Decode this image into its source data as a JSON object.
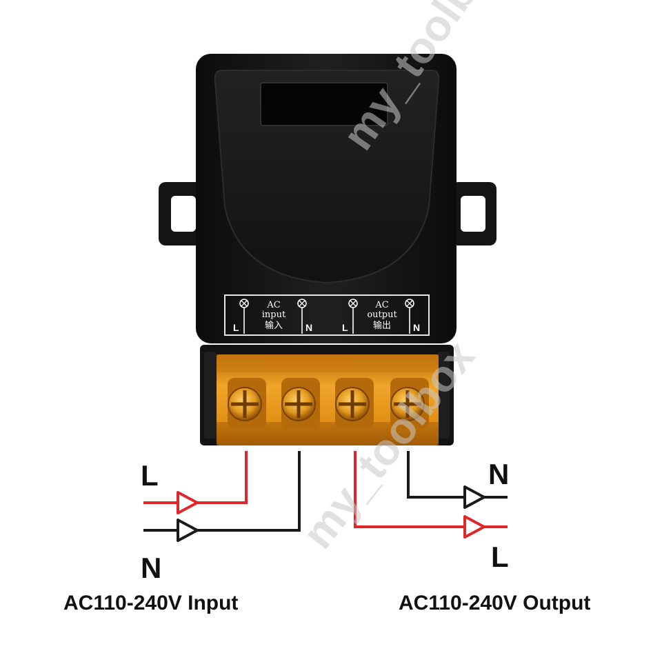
{
  "device": {
    "panel": {
      "input_group": {
        "line1": "AC",
        "line2": "input",
        "line3": "输入",
        "left_terminal": "L",
        "right_terminal": "N"
      },
      "output_group": {
        "line1": "AC",
        "line2": "output",
        "line3": "输出",
        "left_terminal": "L",
        "right_terminal": "N"
      }
    }
  },
  "wiring": {
    "input": {
      "top_label": "L",
      "bottom_label": "N",
      "caption": "AC110-240V Input"
    },
    "output": {
      "top_label": "N",
      "bottom_label": "L",
      "caption": "AC110-240V Output"
    }
  },
  "watermark": {
    "text": "my_toolbox"
  },
  "colors": {
    "live_wire": "#e0262b",
    "neutral_wire": "#1a1a1a",
    "housing": "#161616",
    "terminal_block": "#d98a12"
  }
}
